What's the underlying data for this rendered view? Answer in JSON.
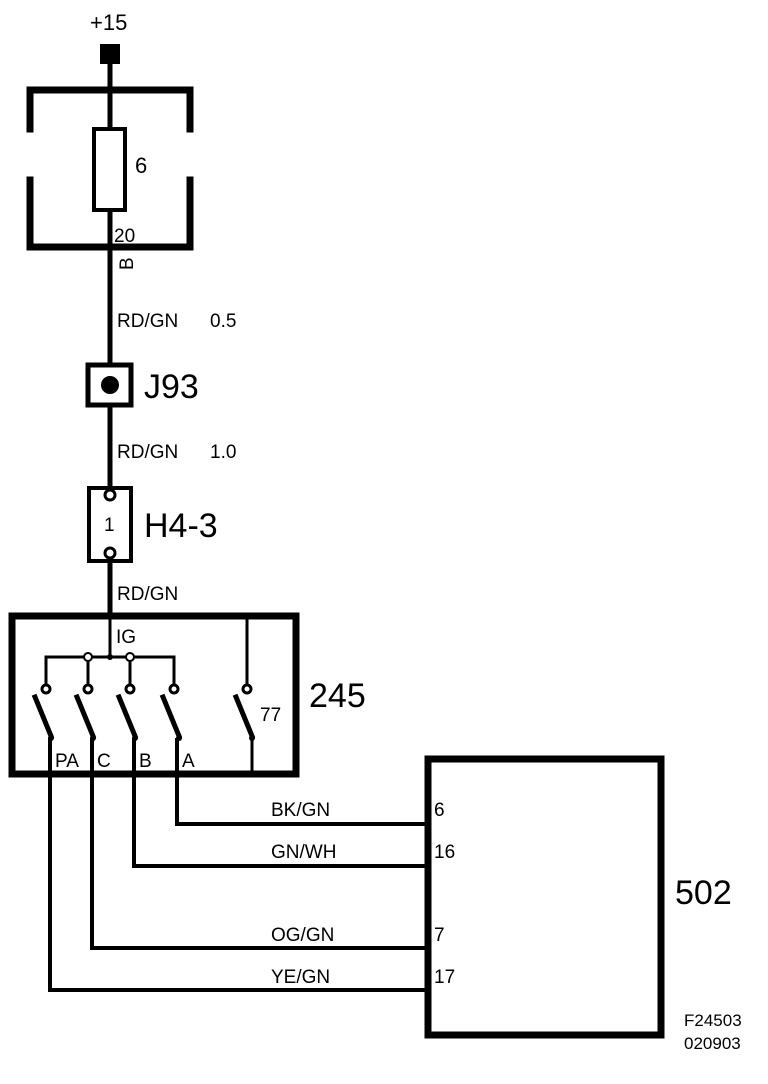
{
  "power": {
    "label": "+15"
  },
  "fuse_box": {
    "fuse_number": "6",
    "pin": "20",
    "connector": "B"
  },
  "wire_top": {
    "color": "RD/GN",
    "size": "0.5"
  },
  "junction": {
    "label": "J93"
  },
  "wire_mid": {
    "color": "RD/GN",
    "size": "1.0"
  },
  "connector": {
    "label": "H4-3",
    "pin": "1"
  },
  "wire_bottom": {
    "color": "RD/GN"
  },
  "switch_245": {
    "label": "245",
    "input_label": "IG",
    "contacts": [
      {
        "label": "PA"
      },
      {
        "label": "C"
      },
      {
        "label": "B"
      },
      {
        "label": "A"
      }
    ],
    "aux_contact_label": "77"
  },
  "module_502": {
    "label": "502"
  },
  "wires_to_module": [
    {
      "color": "BK/GN",
      "pin": "6"
    },
    {
      "color": "GN/WH",
      "pin": "16"
    },
    {
      "color": "OG/GN",
      "pin": "7"
    },
    {
      "color": "YE/GN",
      "pin": "17"
    }
  ],
  "footer": {
    "figure_id": "F24503",
    "date_code": "020903"
  },
  "colors": {
    "line": "#000000",
    "background": "#ffffff"
  }
}
